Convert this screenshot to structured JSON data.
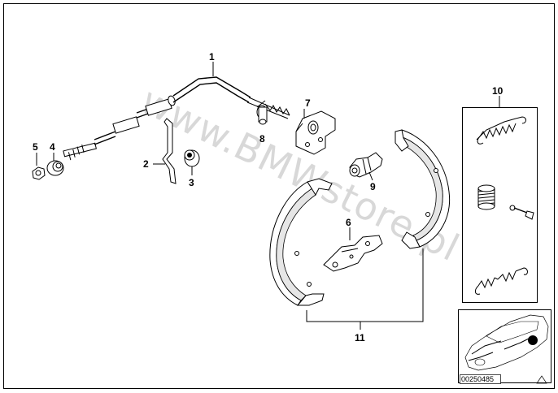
{
  "watermark": "www.BMWstore.pl",
  "diagram_code": "00250485",
  "parts": [
    {
      "id": "1",
      "label": "1"
    },
    {
      "id": "2",
      "label": "2"
    },
    {
      "id": "3",
      "label": "3"
    },
    {
      "id": "4",
      "label": "4"
    },
    {
      "id": "5",
      "label": "5"
    },
    {
      "id": "6",
      "label": "6"
    },
    {
      "id": "7",
      "label": "7"
    },
    {
      "id": "8",
      "label": "8"
    },
    {
      "id": "9",
      "label": "9"
    },
    {
      "id": "10",
      "label": "10"
    },
    {
      "id": "11",
      "label": "11"
    }
  ]
}
